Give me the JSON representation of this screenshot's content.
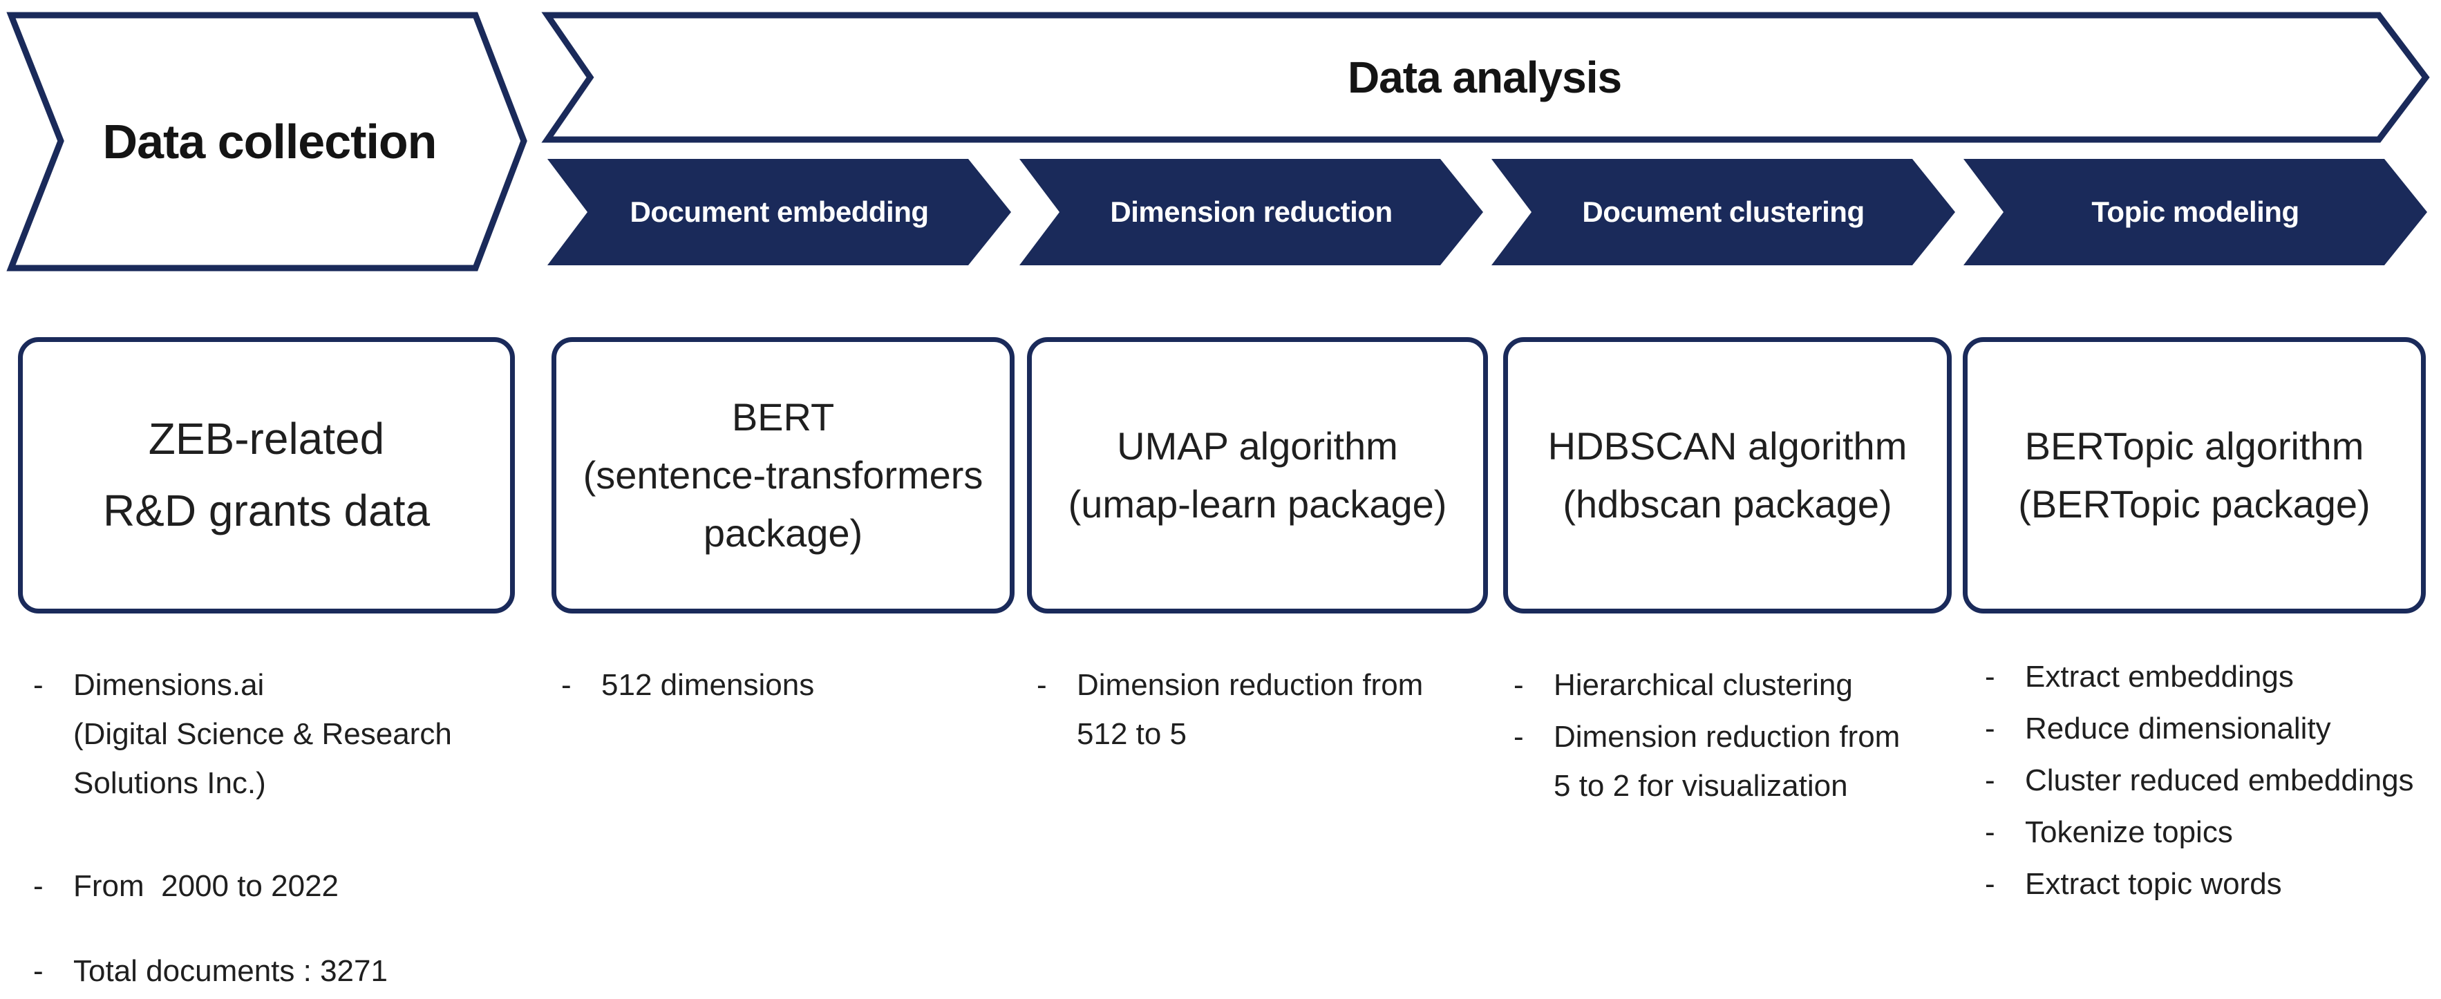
{
  "colors": {
    "navy": "#1a2a5a",
    "text": "#1c1c1c",
    "white": "#ffffff"
  },
  "bullet_marker": "-",
  "pipeline": {
    "collection": {
      "label": "Data collection"
    },
    "analysis": {
      "label": "Data analysis"
    },
    "steps": [
      {
        "label": "Document embedding"
      },
      {
        "label": "Dimension reduction"
      },
      {
        "label": "Document clustering"
      },
      {
        "label": "Topic modeling"
      }
    ],
    "columns": [
      {
        "box": "ZEB-related\nR&D grants data",
        "bullets": [
          "Dimensions.ai\n(Digital Science & Research\nSolutions Inc.)",
          "From  2000 to 2022",
          "Total documents : 3271"
        ]
      },
      {
        "box": "BERT\n(sentence-transformers\npackage)",
        "bullets": [
          "512 dimensions"
        ]
      },
      {
        "box": "UMAP algorithm\n(umap-learn package)",
        "bullets": [
          "Dimension reduction from\n512 to 5"
        ]
      },
      {
        "box": "HDBSCAN algorithm\n(hdbscan package)",
        "bullets": [
          "Hierarchical clustering",
          "Dimension reduction from\n5 to 2 for visualization"
        ]
      },
      {
        "box": "BERTopic algorithm\n(BERTopic package)",
        "bullets": [
          "Extract embeddings",
          "Reduce dimensionality",
          "Cluster reduced embeddings",
          "Tokenize topics",
          "Extract topic words"
        ]
      }
    ]
  }
}
